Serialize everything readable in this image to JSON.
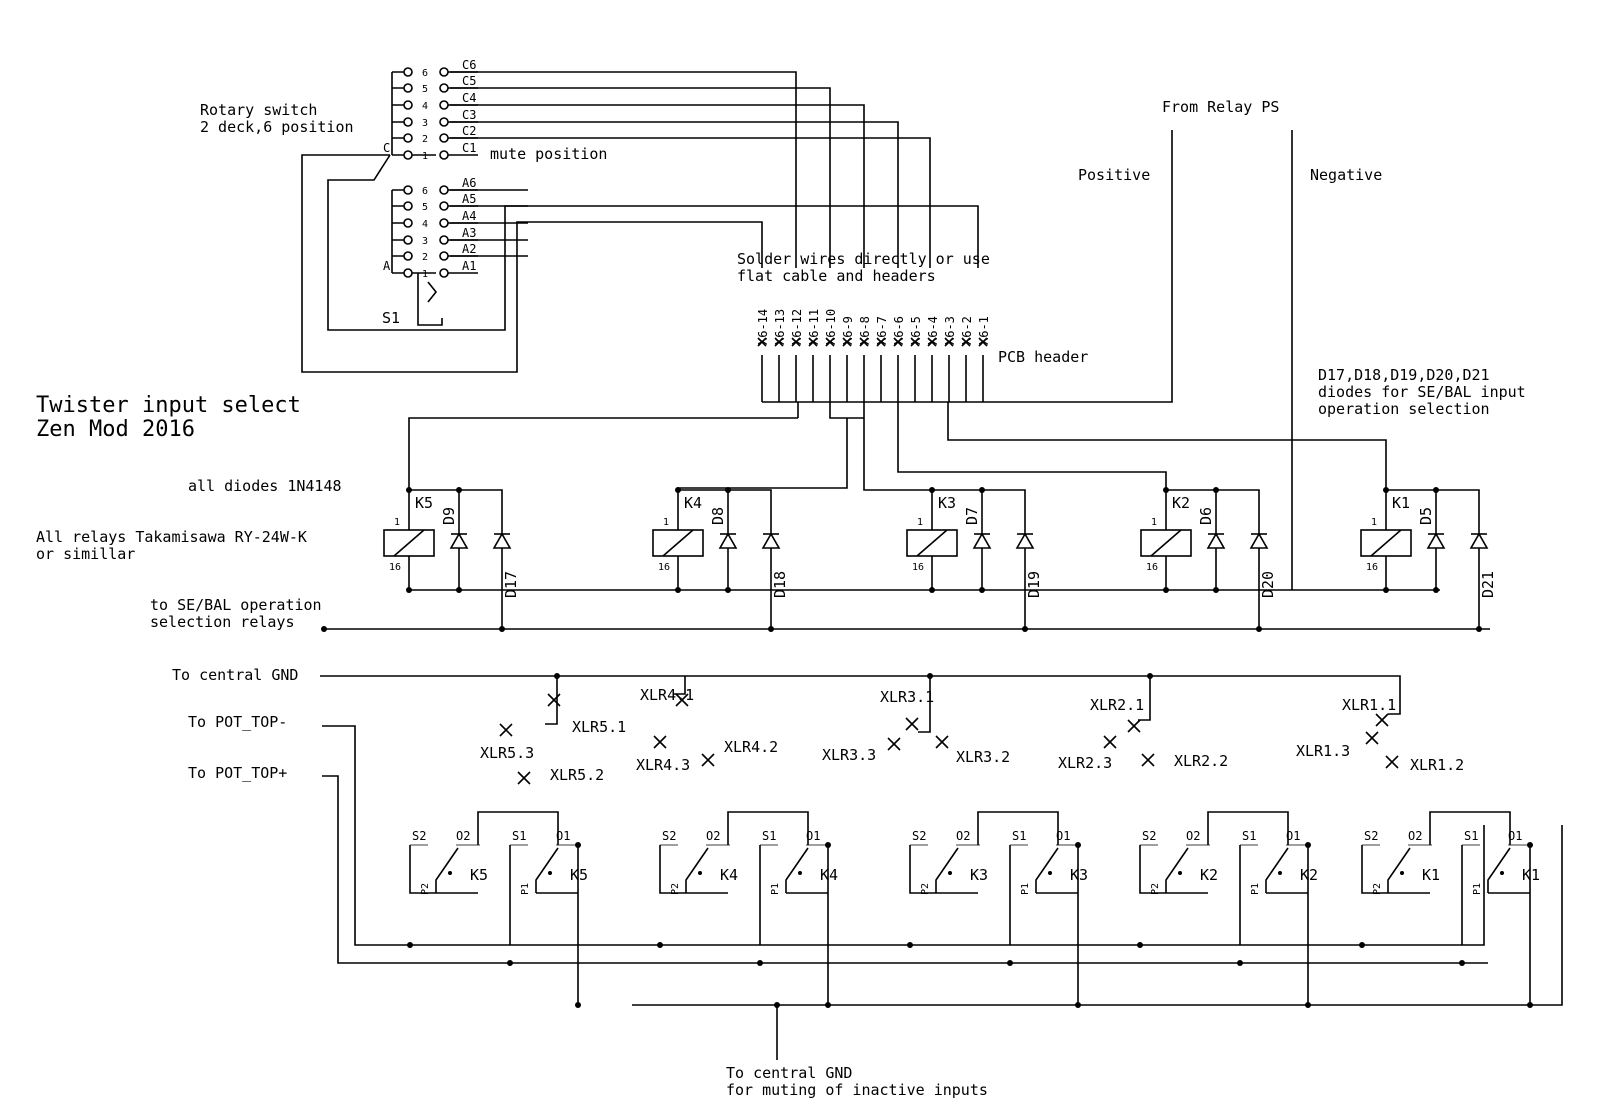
{
  "title_line1": "Twister input select",
  "title_line2": "Zen Mod 2016",
  "switch": {
    "label_line1": "Rotary switch",
    "label_line2": "2 deck,6 position",
    "name": "S1",
    "mute_label": "mute position",
    "deck_c": "C",
    "deck_a": "A",
    "c_positions": [
      "6",
      "5",
      "4",
      "3",
      "2",
      "1"
    ],
    "c_names": [
      "C6",
      "C5",
      "C4",
      "C3",
      "C2",
      "C1"
    ],
    "a_positions": [
      "6",
      "5",
      "4",
      "3",
      "2",
      "1"
    ],
    "a_names": [
      "A6",
      "A5",
      "A4",
      "A3",
      "A2",
      "A1"
    ]
  },
  "header": {
    "note_line1": "Solder wires directly or use",
    "note_line2": "flat cable and headers",
    "label": "PCB header",
    "pins": [
      "X6-14",
      "X6-13",
      "X6-12",
      "X6-11",
      "X6-10",
      "X6-9",
      "X6-8",
      "X6-7",
      "X6-6",
      "X6-5",
      "X6-4",
      "X6-3",
      "X6-2",
      "X6-1"
    ]
  },
  "power": {
    "from": "From Relay PS",
    "positive": "Positive",
    "negative": "Negative"
  },
  "diode_note_line1": "D17,D18,D19,D20,D21",
  "diode_note_line2": "diodes for SE/BAL input",
  "diode_note_line3": "operation selection",
  "all_diodes": "all diodes 1N4148",
  "relays_line1": "All relays Takamisawa RY-24W-K",
  "relays_line2": "or simillar",
  "se_bal_line1": "to SE/BAL operation",
  "se_bal_line2": "selection relays",
  "relays": [
    {
      "name": "K5",
      "fw": "D9",
      "sel": "D17"
    },
    {
      "name": "K4",
      "fw": "D8",
      "sel": "D18"
    },
    {
      "name": "K3",
      "fw": "D7",
      "sel": "D19"
    },
    {
      "name": "K2",
      "fw": "D6",
      "sel": "D20"
    },
    {
      "name": "K1",
      "fw": "D5",
      "sel": "D21"
    }
  ],
  "coil_pins": [
    "1",
    "16"
  ],
  "gnd_label": "To central GND",
  "pot_minus": "To POT_TOP-",
  "pot_plus": "To POT_TOP+",
  "xlr_labels": [
    "XLR5.1",
    "XLR5.2",
    "XLR5.3",
    "XLR4.1",
    "XLR4.2",
    "XLR4.3",
    "XLR3.1",
    "XLR3.2",
    "XLR3.3",
    "XLR2.1",
    "XLR2.2",
    "XLR2.3",
    "XLR1.1",
    "XLR1.2",
    "XLR1.3"
  ],
  "contact_labels": [
    "S2",
    "O2",
    "P2",
    "S1",
    "O1",
    "P1"
  ],
  "bottom_line1": "To central GND",
  "bottom_line2": "for muting of inactive inputs"
}
